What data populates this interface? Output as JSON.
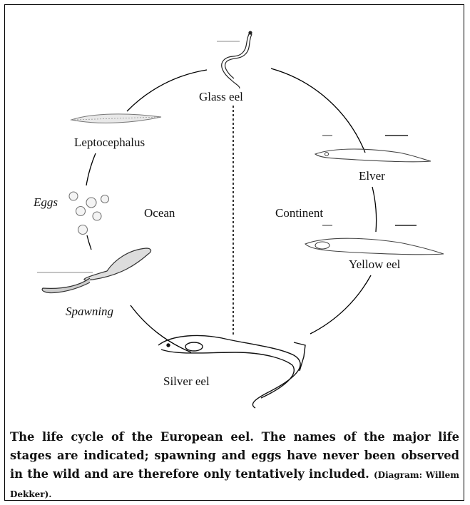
{
  "diagram": {
    "labels": {
      "glass_eel": "Glass eel",
      "leptocephalus": "Leptocephalus",
      "eggs": "Eggs",
      "ocean": "Ocean",
      "spawning": "Spawning",
      "silver_eel": "Silver eel",
      "continent": "Continent",
      "elver": "Elver",
      "yellow_eel": "Yellow eel"
    },
    "icons": [
      "glass-eel-icon",
      "leptocephalus-icon",
      "eggs-icon",
      "spawning-eel-icon",
      "silver-eel-icon",
      "elver-icon",
      "yellow-eel-icon"
    ],
    "line_color": "#000000"
  },
  "caption": {
    "main": "The life cycle of the European eel. The names of the major life stages are indicated; spawning and eggs have never been observed in the wild and are therefore only tentatively included.",
    "credit": "(Diagram: Willem Dekker)."
  }
}
